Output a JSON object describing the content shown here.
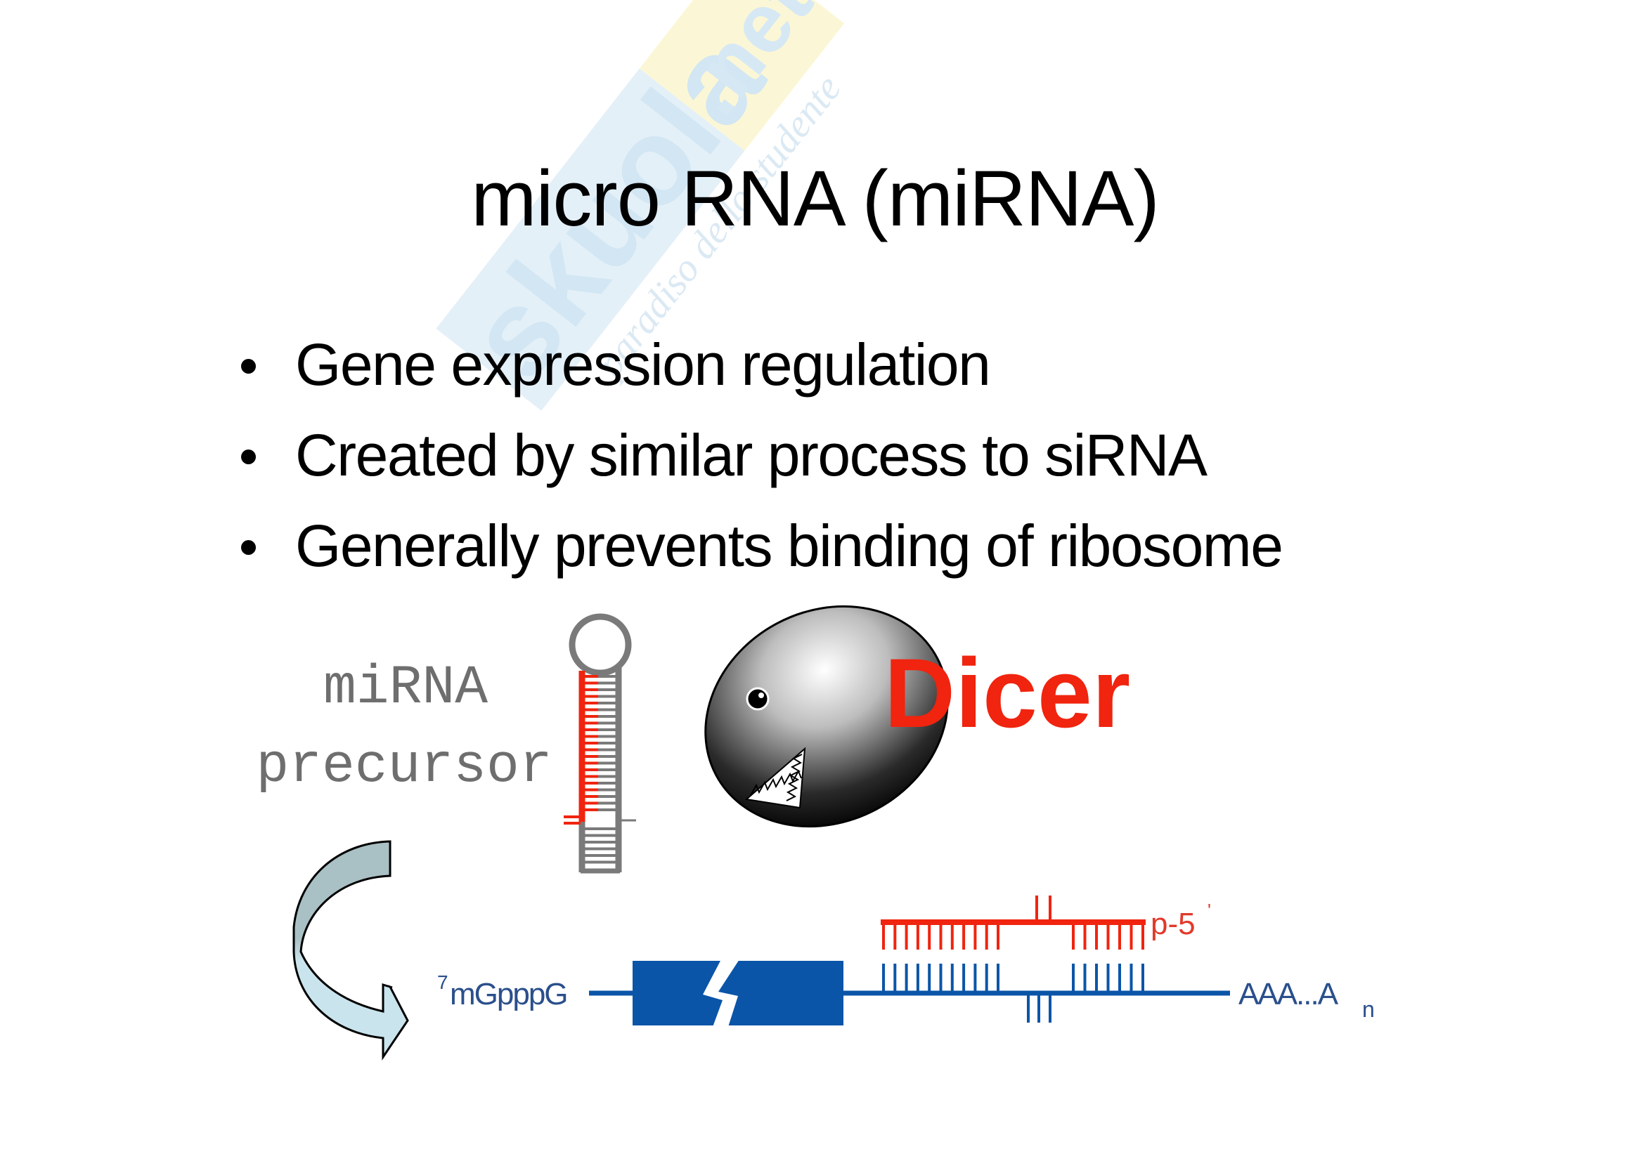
{
  "slide": {
    "title": "micro RNA (miRNA)",
    "bullets": [
      "Gene expression regulation",
      "Created by similar process to siRNA",
      "Generally prevents binding of ribosome"
    ]
  },
  "watermark": {
    "brand": "skuola",
    "tld": ".net",
    "tagline": "paradiso dello studente",
    "colors": {
      "blue": "#d6e9f5",
      "yellow": "#fbf6c9"
    }
  },
  "figure": {
    "precursor_label_line1": "miRNA",
    "precursor_label_line2": "precursor",
    "enzyme_label": "Dicer",
    "cap_superscript": "7",
    "cap_label": "mGpppG",
    "tail_label": "AAA...A",
    "tail_subscript": "n",
    "mirna_end_label": "p-5",
    "mirna_end_prime": "'",
    "colors": {
      "mirna_red": "#f0240f",
      "mrna_blue": "#0b55a8",
      "stem_gray": "#7a7a7a",
      "arrow_top": "#a9c0c4",
      "arrow_bottom": "#c9e4ec"
    }
  }
}
